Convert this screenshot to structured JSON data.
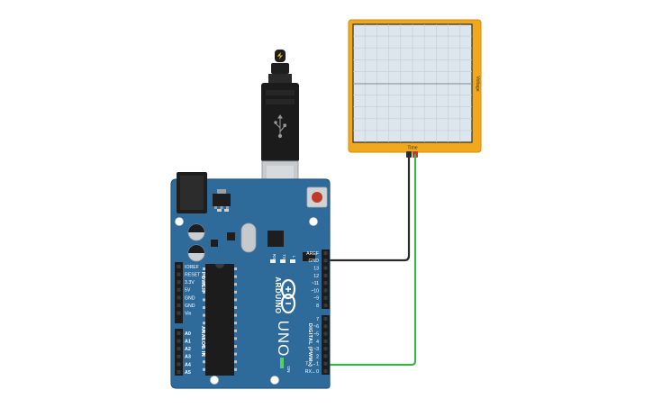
{
  "board": {
    "brand": "ARDUINO",
    "model": "UNO",
    "section_power": "POWER",
    "section_analog": "ANALOG IN",
    "section_digital": "DIGITAL (PWM~)",
    "led_labels": {
      "rx": "RX",
      "tx": "TX",
      "l": "L",
      "on": "ON"
    },
    "power_pins": [
      "IOREF",
      "RESET",
      "3.3V",
      "5V",
      "GND",
      "GND",
      "Vin"
    ],
    "analog_pins": [
      "A0",
      "A1",
      "A2",
      "A3",
      "A4",
      "A5"
    ],
    "digital_pins_top": [
      "AREF",
      "GND",
      "13",
      "12",
      "~11",
      "~10",
      "~9",
      "8"
    ],
    "digital_pins_bottom": [
      "7",
      "~6",
      "~5",
      "4",
      "~3",
      "2",
      "TX→1",
      "RX←0"
    ]
  },
  "oscilloscope": {
    "y_axis_label": "Voltage",
    "x_axis_label": "Time"
  },
  "colors": {
    "board_blue": "#2f6b9a",
    "board_edge": "#25577f",
    "scope_frame": "#f2a81d",
    "scope_screen": "#dce6ec",
    "wire_ground": "#2b2b2b",
    "wire_signal": "#3fb34a",
    "header_black": "#1c1c1c"
  },
  "wires": [
    {
      "name": "ground-wire",
      "from": "GND",
      "to": "oscilloscope-negative"
    },
    {
      "name": "signal-wire",
      "from": "TX→1",
      "to": "oscilloscope-positive"
    }
  ]
}
